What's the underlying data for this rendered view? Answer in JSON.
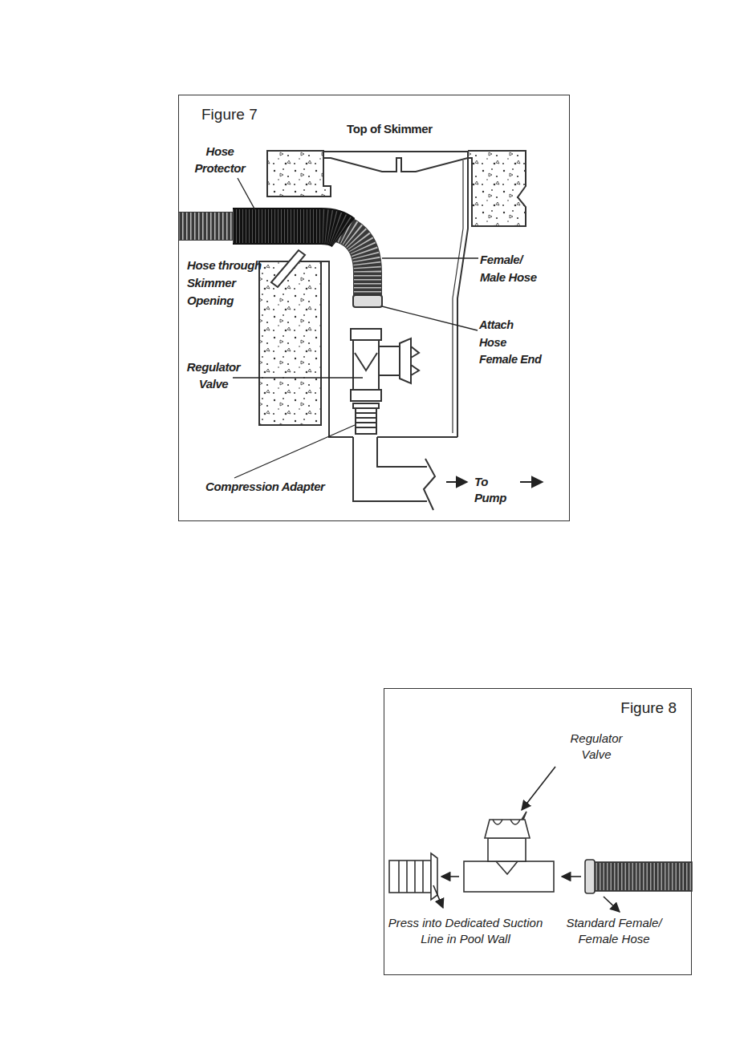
{
  "diagram": {
    "nodes": [
      {
        "text": [
          "Figure 7"
        ]
      },
      {
        "text": [
          "Figure 8"
        ]
      }
    ],
    "labels": [
      "Top of Skimmer",
      "Hose Protector",
      "Hose through Skimmer Opening",
      "Female/ Male Hose",
      "Attach Hose Female End",
      "Regulator Valve",
      "Compression Adapter",
      "To Pump",
      "Regulator Valve",
      "Press into Dedicated Suction Line in Pool Wall",
      "Standard Female/ Female Hose"
    ]
  }
}
